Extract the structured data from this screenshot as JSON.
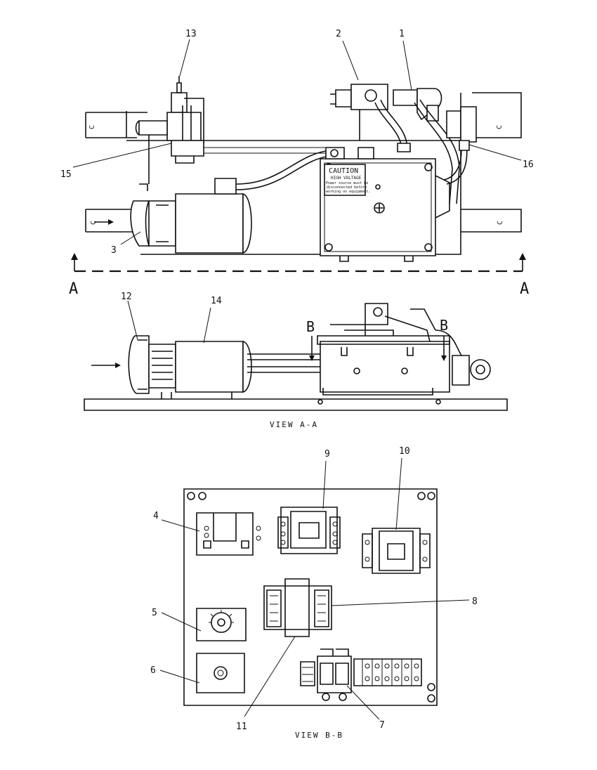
{
  "callouts": {
    "c1": "1",
    "c2": "2",
    "c3": "3",
    "c4": "4",
    "c5": "5",
    "c6": "6",
    "c7": "7",
    "c8": "8",
    "c9": "9",
    "c10": "10",
    "c11": "11",
    "c12": "12",
    "c13": "13",
    "c14": "14",
    "c15": "15",
    "c16": "16"
  },
  "section_marks": {
    "a_left": "A",
    "a_right": "A",
    "b_left": "B",
    "b_right": "B"
  },
  "view_labels": {
    "view_aa": "VIEW A-A",
    "view_bb": "VIEW B-B"
  },
  "caution_plate": {
    "title": "CAUTION",
    "line1": "HIGH VOLTAGE",
    "line2": "Power source must be",
    "line3": "disconnected before",
    "line4": "working on equipment."
  },
  "channel_marks": {
    "top_left": "C",
    "top_right": "C",
    "bottom_left": "C",
    "bottom_right": "C"
  }
}
